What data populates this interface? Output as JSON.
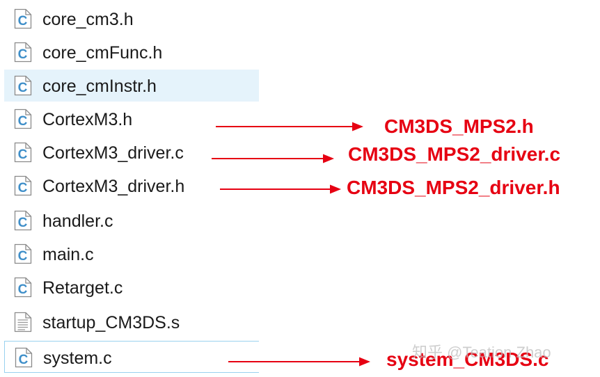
{
  "files": [
    {
      "name": "core_cm3.h",
      "icon": "c-file-icon"
    },
    {
      "name": "core_cmFunc.h",
      "icon": "c-file-icon"
    },
    {
      "name": "core_cmInstr.h",
      "icon": "c-file-icon"
    },
    {
      "name": "CortexM3.h",
      "icon": "c-file-icon"
    },
    {
      "name": "CortexM3_driver.c",
      "icon": "c-file-icon"
    },
    {
      "name": "CortexM3_driver.h",
      "icon": "c-file-icon"
    },
    {
      "name": "handler.c",
      "icon": "c-file-icon"
    },
    {
      "name": "main.c",
      "icon": "c-file-icon"
    },
    {
      "name": "Retarget.c",
      "icon": "c-file-icon"
    },
    {
      "name": "startup_CM3DS.s",
      "icon": "text-file-icon"
    },
    {
      "name": "system.c",
      "icon": "c-file-icon"
    }
  ],
  "annotations": {
    "cortexm3_h": "CM3DS_MPS2.h",
    "cortexm3_driver_c": "CM3DS_MPS2_driver.c",
    "cortexm3_driver_h": "CM3DS_MPS2_driver.h",
    "system_c": "system_CM3DS.c"
  },
  "watermark": "知乎 @Teation Zhao",
  "colors": {
    "annotation_red": "#e60012",
    "hover_bg": "#e5f3fb",
    "selected_border": "#99d1ef",
    "icon_blue": "#3f8fc9"
  }
}
